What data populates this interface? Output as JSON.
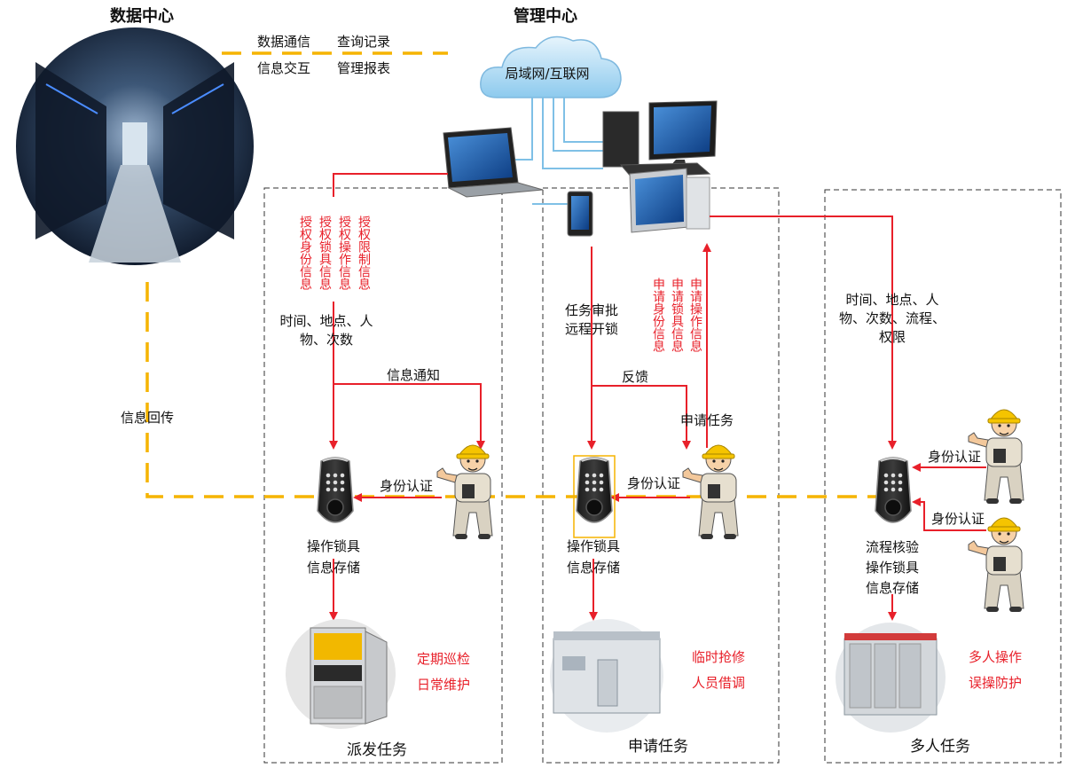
{
  "titles": {
    "data_center": "数据中心",
    "management_center": "管理中心",
    "cloud": "局域网/互联网"
  },
  "top_links": [
    "数据通信",
    "查询记录",
    "信息交互",
    "管理报表"
  ],
  "info_return": "信息回传",
  "panel1": {
    "auth_labels": [
      "授权身份信息",
      "授权锁具信息",
      "授权操作信息",
      "授权限制信息"
    ],
    "params": [
      "时间、地点、人",
      "物、次数"
    ],
    "notify": "信息通知",
    "auth": "身份认证",
    "lock_info": [
      "操作锁具",
      "信息存储"
    ],
    "scenario": [
      "定期巡检",
      "日常维护"
    ],
    "task_title": "派发任务"
  },
  "panel2": {
    "approve": [
      "任务审批",
      "远程开锁"
    ],
    "apply_labels": [
      "申请身份信息",
      "申请锁具信息",
      "申请操作信息"
    ],
    "feedback": "反馈",
    "apply_task": "申请任务",
    "auth": "身份认证",
    "lock_info": [
      "操作锁具",
      "信息存储"
    ],
    "scenario": [
      "临时抢修",
      "人员借调"
    ],
    "task_title": "申请任务"
  },
  "panel3": {
    "params": [
      "时间、地点、人",
      "物、次数、流程、",
      "权限"
    ],
    "auth1": "身份认证",
    "auth2": "身份认证",
    "lock_info": [
      "流程核验",
      "操作锁具",
      "信息存储"
    ],
    "scenario": [
      "多人操作",
      "误操防护"
    ],
    "task_title": "多人任务"
  },
  "colors": {
    "red": "#e8202a",
    "yellow": "#f5b400",
    "dash": "#333333"
  }
}
